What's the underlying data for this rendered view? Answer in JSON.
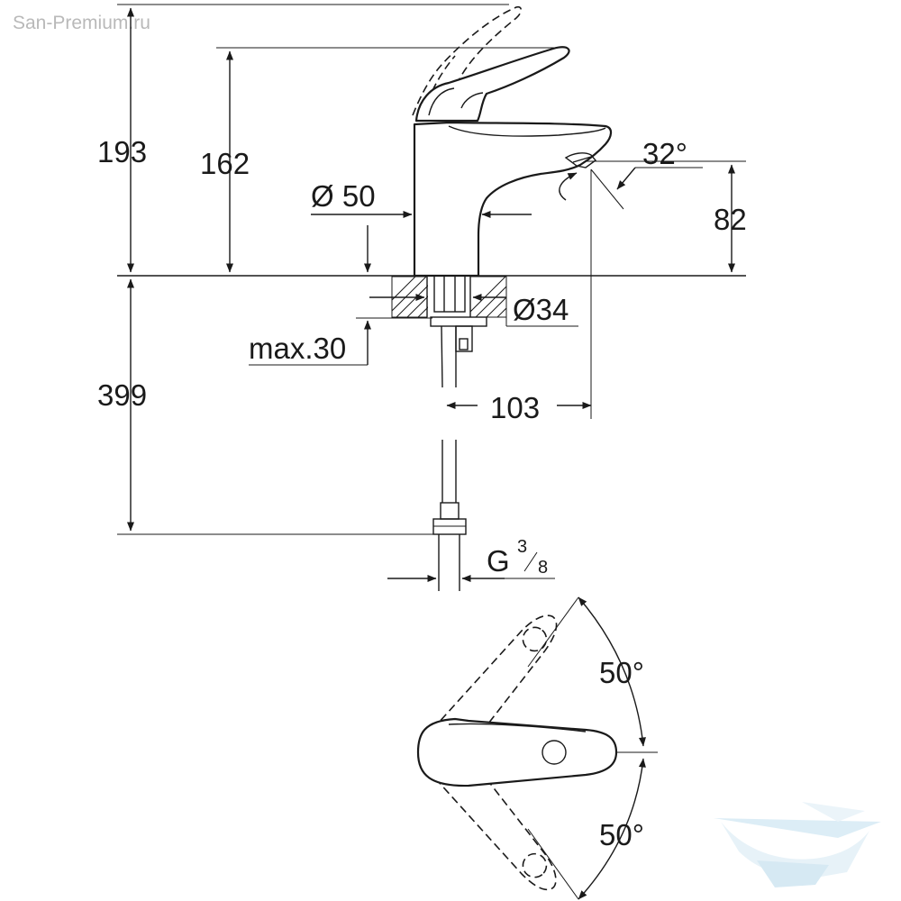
{
  "watermark": "San-Premium.ru",
  "colors": {
    "line": "#1a1a1a",
    "watermark": "#b9b9b9",
    "logo": "#cfe6f2"
  },
  "logo_icon": "bathtub-logo-icon",
  "dimensions": {
    "total_height": "193",
    "spout_height": "162",
    "body_diameter": "Ø 50",
    "outlet_height": "82",
    "spout_angle": "32°",
    "hole_diameter": "Ø34",
    "max_thickness": "max.30",
    "hose_length": "399",
    "projection": "103",
    "connection_prefix": "G",
    "connection_num": "3",
    "connection_den": "8",
    "lever_angle_top": "50°",
    "lever_angle_bottom": "50°"
  }
}
